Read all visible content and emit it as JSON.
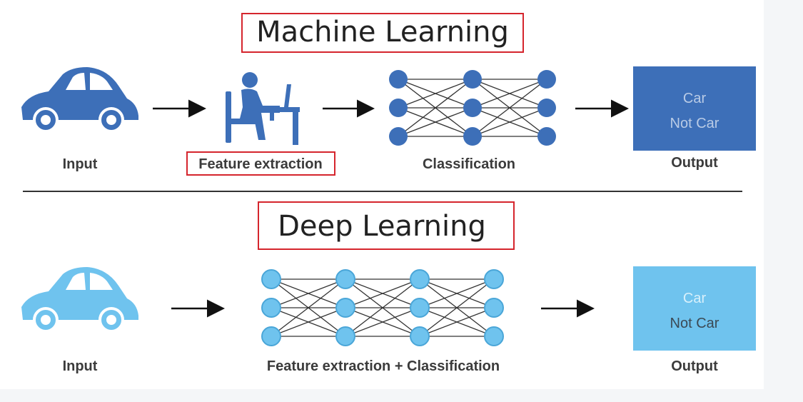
{
  "colors": {
    "dark_blue": "#3d6fb8",
    "light_blue": "#6fc3ee",
    "highlight_red": "#d5252d",
    "arrow": "#111111",
    "divider": "#333333",
    "output_text_dark": "#b9cbe6",
    "output_text_light": "#ffffff"
  },
  "machine_learning": {
    "heading": "Machine Learning",
    "steps": [
      {
        "icon": "car-icon",
        "label": "Input"
      },
      {
        "icon": "person-at-desk-icon",
        "label": "Feature extraction"
      },
      {
        "icon": "neural-network-icon",
        "label": "Classification"
      },
      {
        "icon": "output-box",
        "label": "Output"
      }
    ],
    "network_layers": [
      3,
      3,
      3
    ],
    "output": {
      "line1": "Car",
      "line2": "Not Car"
    }
  },
  "deep_learning": {
    "heading": "Deep Learning",
    "steps": [
      {
        "icon": "car-icon",
        "label": "Input"
      },
      {
        "icon": "neural-network-icon",
        "label": "Feature extraction + Classification"
      },
      {
        "icon": "output-box",
        "label": "Output"
      }
    ],
    "network_layers": [
      3,
      3,
      3,
      3
    ],
    "output": {
      "line1": "Car",
      "line2": "Not Car"
    }
  }
}
